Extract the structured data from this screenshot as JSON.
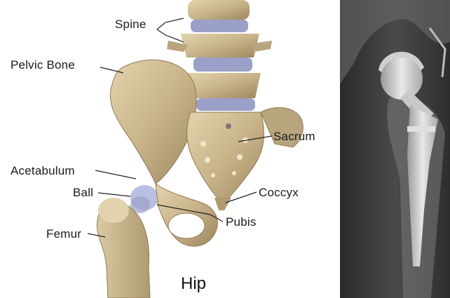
{
  "anatomy": {
    "title": "Hip",
    "labels": {
      "spine": "Spine",
      "pelvic_bone": "Pelvic Bone",
      "sacrum": "Sacrum",
      "acetabulum": "Acetabulum",
      "ball": "Ball",
      "coccyx": "Coccyx",
      "pubis": "Pubis",
      "femur": "Femur"
    }
  },
  "colors": {
    "bone": "#c9b48a",
    "bone_shadow": "#9d8660",
    "disc": "#9aa0c8",
    "joint": "#b8bfe2",
    "xray_background": "#3a3a3a",
    "implant": "#d9d9d9"
  }
}
